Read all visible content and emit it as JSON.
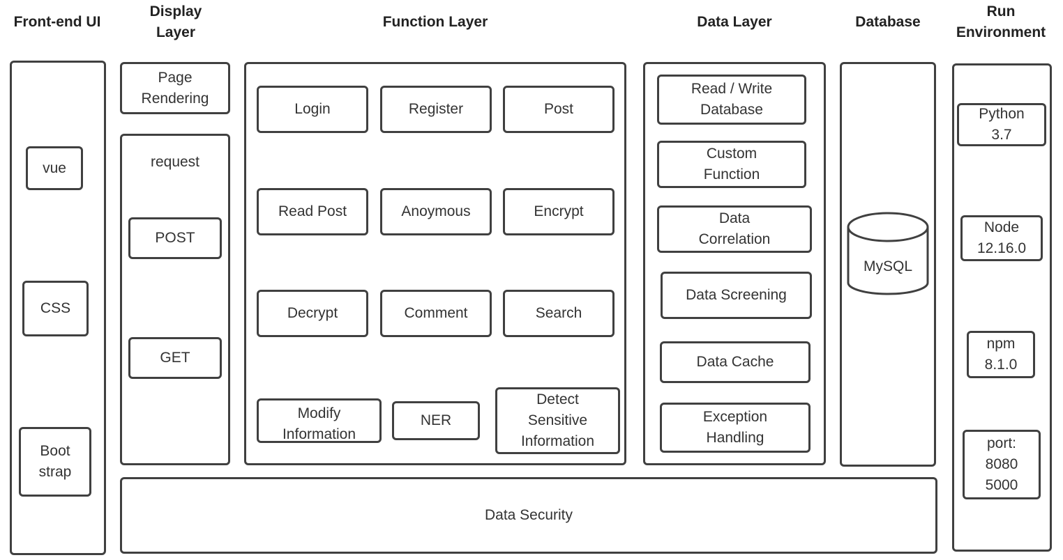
{
  "headers": {
    "frontend": "Front-end UI",
    "display": "Display\nLayer",
    "function": "Function Layer",
    "data": "Data Layer",
    "database": "Database",
    "run": "Run\nEnvironment"
  },
  "frontend": {
    "vue": "vue",
    "css": "CSS",
    "bootstrap": "Boot\nstrap"
  },
  "display": {
    "page_rendering": "Page\nRendering",
    "request_label": "request",
    "post": "POST",
    "get": "GET"
  },
  "function_layer": {
    "login": "Login",
    "register": "Register",
    "post": "Post",
    "read_post": "Read Post",
    "anonymous": "Anoymous",
    "encrypt": "Encrypt",
    "decrypt": "Decrypt",
    "comment": "Comment",
    "search": "Search",
    "modify_information": "Modify\nInformation",
    "ner": "NER",
    "detect_sensitive": "Detect\nSensitive\nInformation"
  },
  "data_layer": {
    "read_write": "Read / Write\nDatabase",
    "custom_function": "Custom\nFunction",
    "data_correlation": "Data\nCorrelation",
    "data_screening": "Data Screening",
    "data_cache": "Data Cache",
    "exception_handling": "Exception\nHandling"
  },
  "database": {
    "mysql": "MySQL"
  },
  "run_env": {
    "python": "Python\n3.7",
    "node": "Node\n12.16.0",
    "npm": "npm\n8.1.0",
    "port": "port:\n8080\n5000"
  },
  "data_security": "Data Security"
}
